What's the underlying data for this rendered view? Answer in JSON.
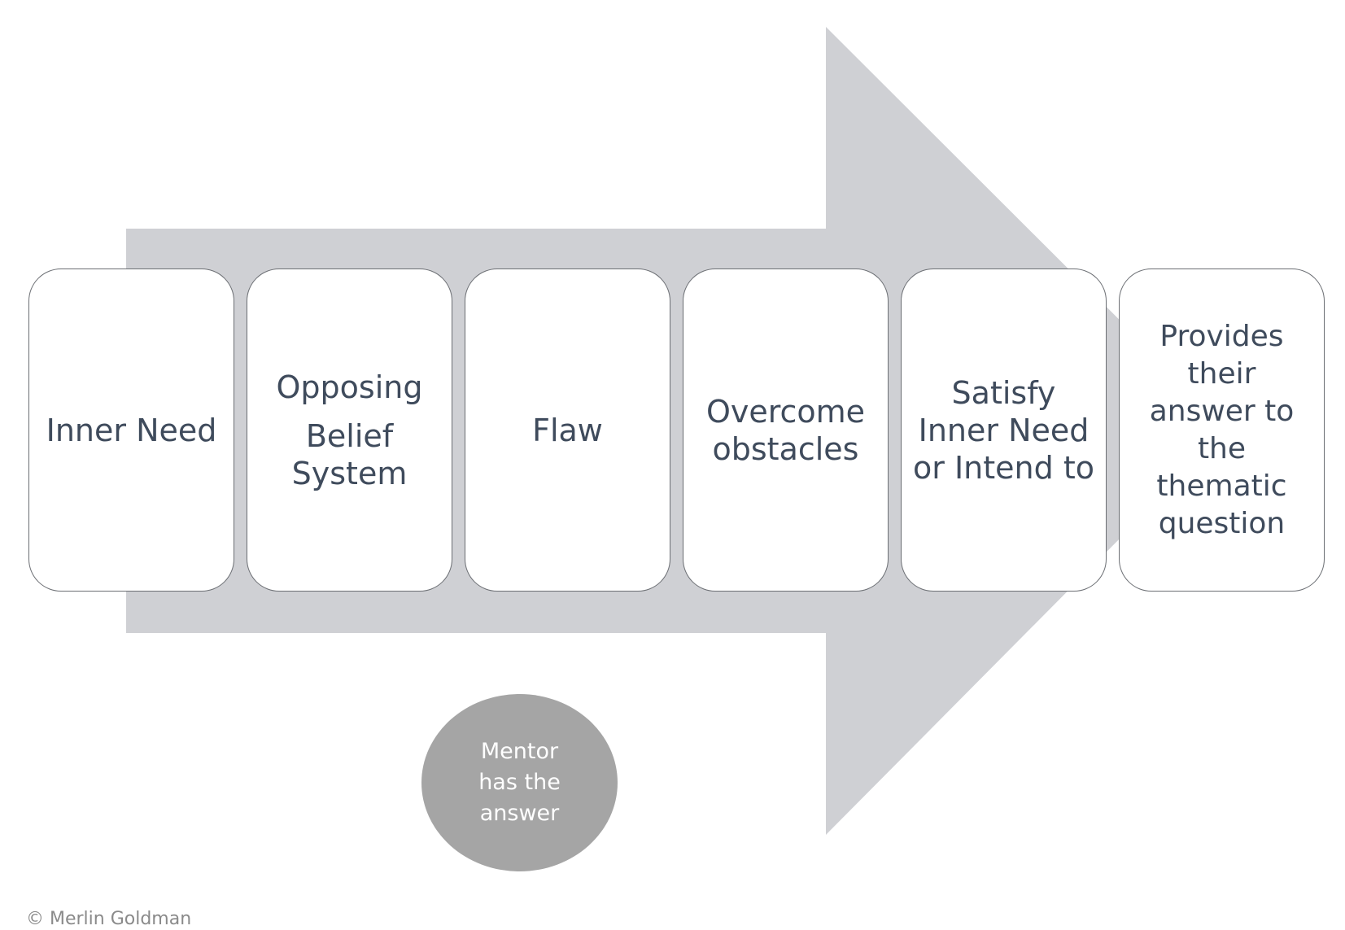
{
  "diagram": {
    "arrow_color": "#cfd0d4",
    "box_text_color": "#3f4b5c",
    "mentor_color": "#a5a5a5",
    "steps": [
      {
        "lines": [
          "Inner Need"
        ]
      },
      {
        "lines": [
          "Opposing",
          "Belief",
          "System"
        ]
      },
      {
        "lines": [
          "Flaw"
        ]
      },
      {
        "lines": [
          "Overcome",
          "obstacles"
        ]
      },
      {
        "lines": [
          "Satisfy",
          "Inner Need",
          "or Intend to"
        ]
      },
      {
        "lines": [
          "Provides",
          "their",
          "answer to",
          "the",
          "thematic",
          "question"
        ]
      }
    ],
    "mentor": {
      "lines": [
        "Mentor",
        "has the",
        "answer"
      ]
    },
    "copyright": "© Merlin Goldman"
  }
}
